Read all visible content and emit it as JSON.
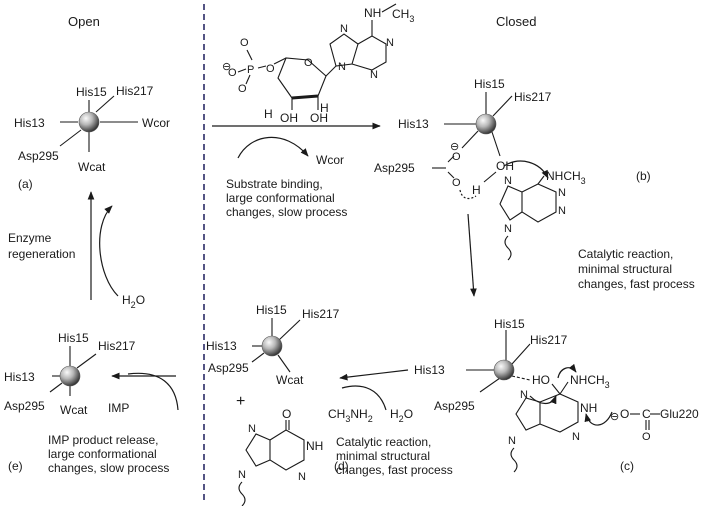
{
  "headers": {
    "open": "Open",
    "closed": "Closed"
  },
  "panels": {
    "a": {
      "tag": "(a)",
      "ligands": [
        "His15",
        "His217",
        "His13",
        "Wcor",
        "Asp295",
        "Wcat"
      ]
    },
    "b": {
      "tag": "(b)",
      "ligands": [
        "His15",
        "His217",
        "His13",
        "Asp295"
      ],
      "oh": "OH",
      "h": "H",
      "nhme": "NHCH",
      "nhme_sub": "3",
      "minus": "⊖"
    },
    "c": {
      "tag": "(c)",
      "ligands": [
        "His15",
        "His217",
        "His13",
        "Asp295"
      ],
      "ho": "HO",
      "nhme": "NHCH",
      "nhme_sub": "3",
      "nh": "NH",
      "glu": "Glu220",
      "o": "O",
      "c": "C",
      "minus": "⊖"
    },
    "d": {
      "tag": "(d)",
      "ligands": [
        "His15",
        "His217",
        "His13",
        "Asp295",
        "Wcat"
      ],
      "plus": "+",
      "o": "O",
      "nh": "NH"
    },
    "e": {
      "tag": "(e)",
      "ligands": [
        "His15",
        "His217",
        "His13",
        "Asp295",
        "Wcat"
      ]
    }
  },
  "substrate": {
    "nh": "NH",
    "me": "CH",
    "me_sub": "3",
    "o_minus": "O",
    "p": "P",
    "oh1": "OH",
    "oh2": "OH",
    "h1": "H",
    "h2": "H"
  },
  "steps": {
    "binding": {
      "product": "Wcor",
      "caption": [
        "Substrate binding,",
        "large conformational",
        "changes, slow process"
      ]
    },
    "catalysis1": {
      "caption": [
        "Catalytic reaction,",
        "minimal structural",
        "changes, fast process"
      ]
    },
    "catalysis2": {
      "reagents": [
        "CH",
        "3",
        "NH",
        "2",
        "H",
        "2",
        "O"
      ],
      "caption": [
        "Catalytic reaction,",
        "minimal structural",
        "changes, fast process"
      ]
    },
    "release": {
      "product": "IMP",
      "caption": [
        "IMP product release,",
        "large conformational",
        "changes, slow process"
      ]
    },
    "regeneration": {
      "caption": [
        "Enzyme",
        "regeneration"
      ],
      "water": "H",
      "water_sub": "2",
      "water_o": "O"
    }
  },
  "colors": {
    "divider": "#2a2a66",
    "metal_center": "#f4f4f4",
    "metal_edge": "#6a6a6a",
    "metal_dark": "#222222"
  }
}
